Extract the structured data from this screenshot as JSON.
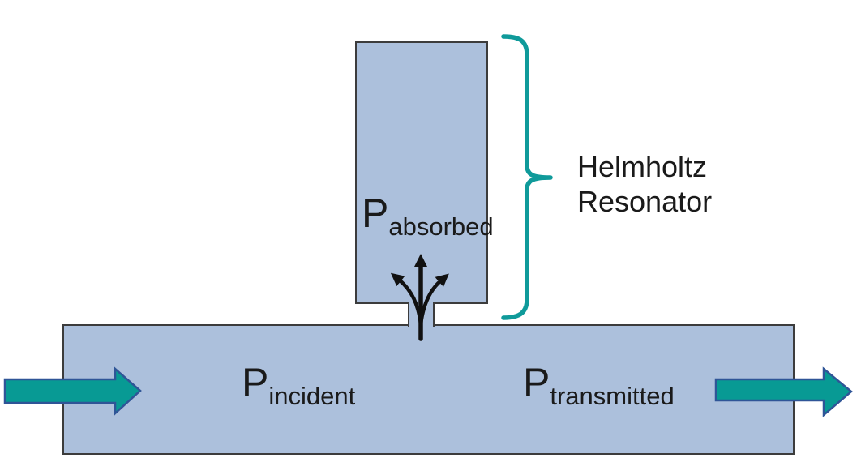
{
  "labels": {
    "absorbed": {
      "main": "P",
      "sub": "absorbed"
    },
    "incident": {
      "main": "P",
      "sub": "incident"
    },
    "transmitted": {
      "main": "P",
      "sub": "transmitted"
    },
    "caption": {
      "line1": "Helmholtz",
      "line2": "Resonator"
    }
  },
  "icons": {
    "incident_arrow": "right-arrow",
    "transmitted_arrow": "right-arrow",
    "absorbed_flow": "branching-up-arrows",
    "brace": "right-curly-brace"
  },
  "colors": {
    "duct_fill": "#ACC0DC",
    "outline": "#3C3C3C",
    "arrow_fill": "#089A94",
    "arrow_outline": "#2F5597",
    "brace": "#0F9A9A",
    "flow_arrow": "#111111",
    "text": "#1A1A1A",
    "background": "#FFFFFF"
  }
}
